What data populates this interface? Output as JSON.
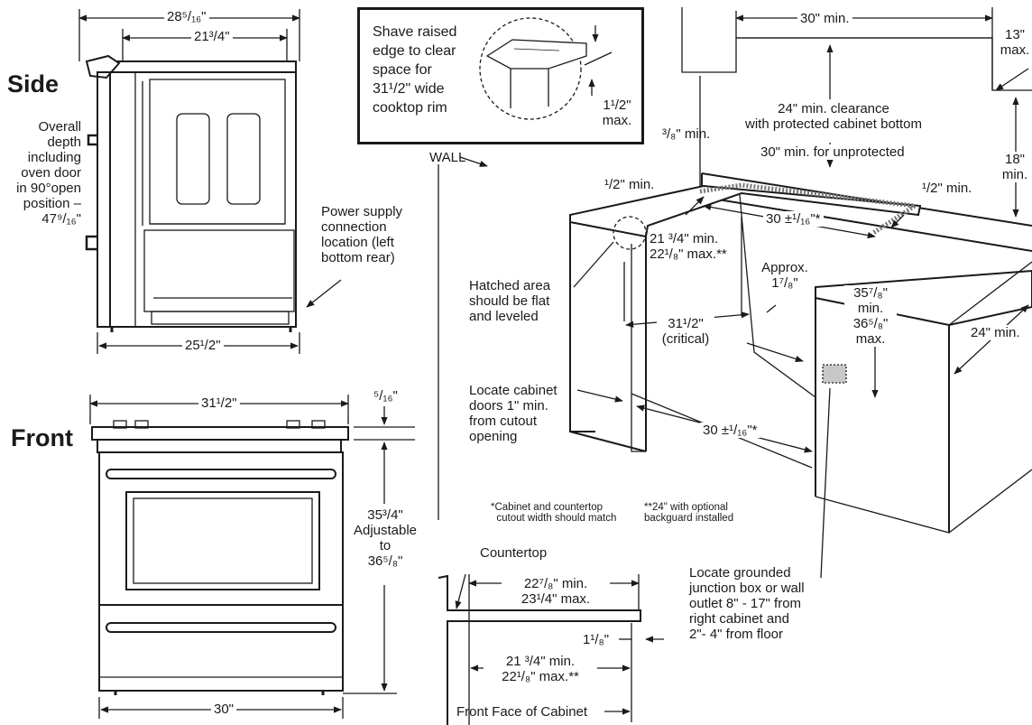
{
  "headings": {
    "side": "Side",
    "front": "Front"
  },
  "side_view": {
    "overall_width": "28⁵/₁₆\"",
    "inner_width": "21³/4\"",
    "bottom_width": "25¹/2\"",
    "depth_note": "Overall\ndepth\nincluding\noven door\nin 90°open\nposition –\n47⁹/₁₆\"",
    "power_note": "Power supply\nconnection\nlocation (left\nbottom rear)"
  },
  "front_view": {
    "top_width": "31¹/2\"",
    "top_gap": "⁵/₁₆\"",
    "height_note": "35³/4\"\nAdjustable\nto\n36⁵/₈\"",
    "bottom_width": "30\""
  },
  "note_box": {
    "text": "Shave raised\nedge to clear\nspace for\n31¹/2\" wide\ncooktop rim",
    "max_label": "1¹/2\"\nmax."
  },
  "cabinet_view": {
    "wall_label": "WALL",
    "upper_width": "30\" min.",
    "upper_depth": "13\"\nmax.",
    "clearance_protected": "24\" min. clearance\nwith protected cabinet bottom",
    "clearance_unprotected": "30\" min. for unprotected",
    "right_height": "18\"\nmin.",
    "three_eighths": "³/₈\" min.",
    "half_min_left": "¹/2\" min.",
    "half_min_right": "¹/2\" min.",
    "cutout_width": "30 ±¹/₁₆\"*",
    "depth_range": "21 ³/4\" min.\n22¹/₈\" max.**",
    "approx_label": "Approx.\n1⁷/₈\"",
    "height_range": "35⁷/₈\"\nmin.\n36⁵/₈\"\nmax.",
    "side_depth": "24\" min.",
    "critical": "31¹/2\"\n(critical)",
    "hatched": "Hatched area\nshould be flat\nand leveled",
    "doors": "Locate cabinet\ndoors 1\" min.\nfrom cutout\nopening",
    "bottom_width": "30 ±¹/₁₆\"*",
    "footnote1": "*Cabinet and countertop\n  cutout width should match",
    "footnote2": "**24\" with optional\nbackguard installed",
    "junction": "Locate grounded\njunction box or wall\noutlet 8\" - 17\" from\nright cabinet and\n2\"- 4\" from floor"
  },
  "countertop_view": {
    "title": "Countertop",
    "top_range": "22⁷/₈\" min.\n23¹/4\" max.",
    "overhang": "1¹/₈\"",
    "lower_range": "21 ³/4\" min.\n22¹/₈\" max.**",
    "front_face": "Front Face of Cabinet"
  }
}
